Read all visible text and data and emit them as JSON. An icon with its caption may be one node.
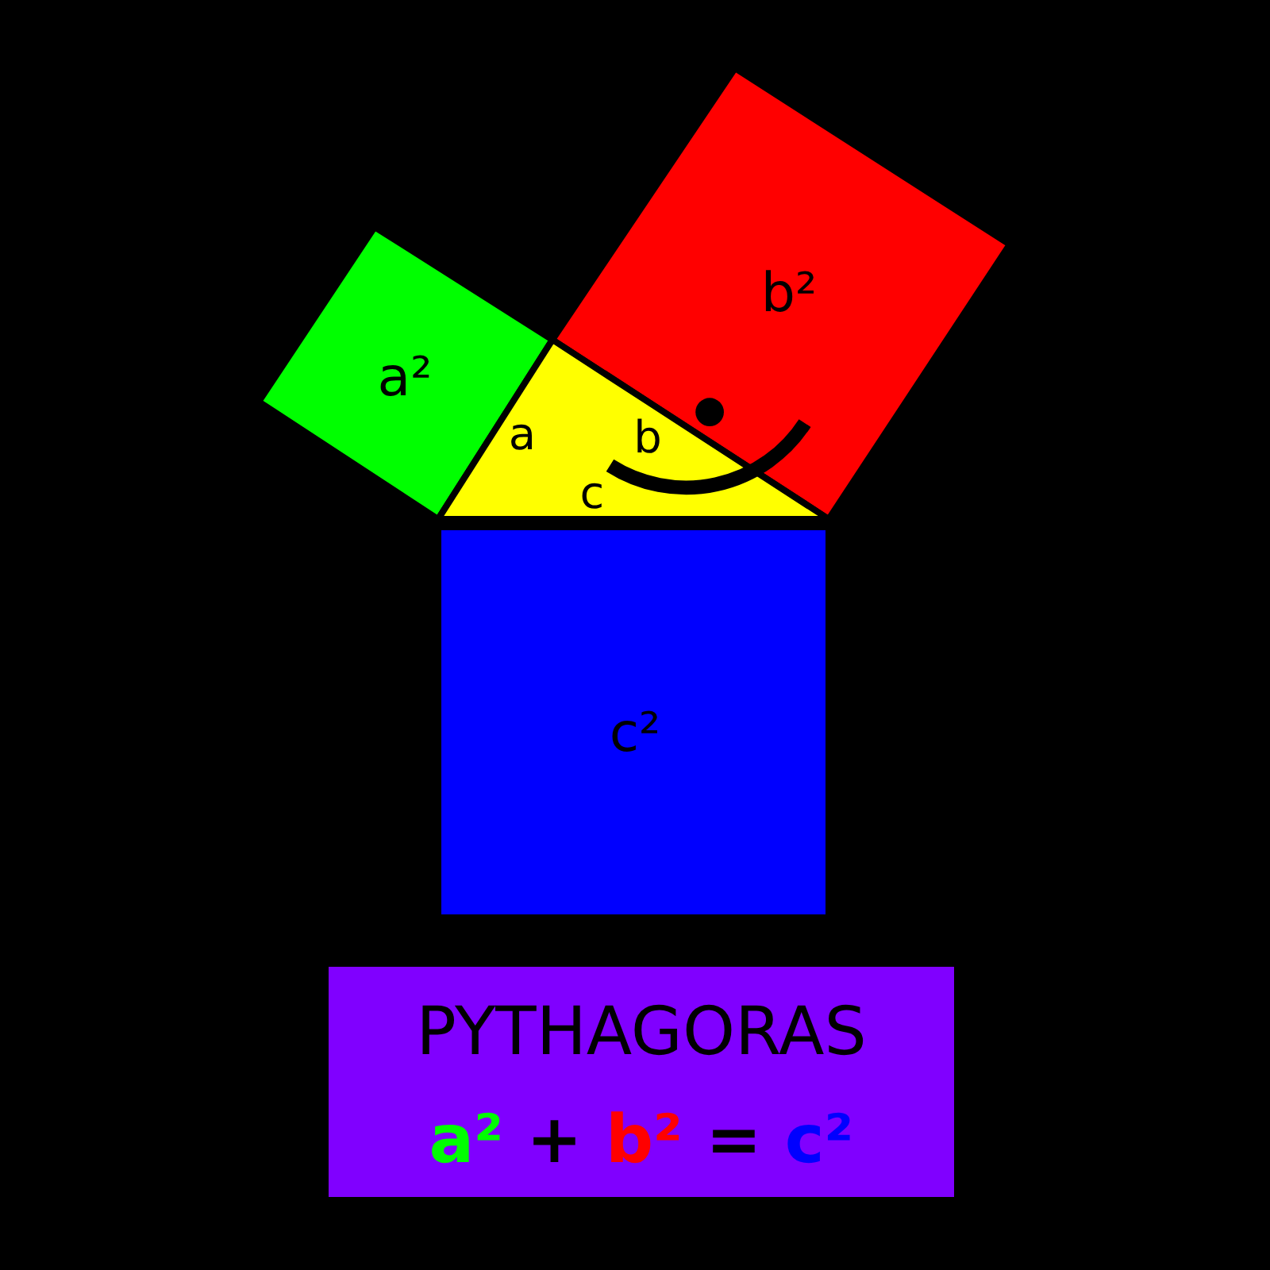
{
  "diagram": {
    "nodes": [
      {
        "text": [
          "a²"
        ]
      },
      {
        "text": [
          "b²"
        ]
      },
      {
        "text": [
          "a",
          "b",
          "c"
        ]
      },
      {
        "text": [
          "c²"
        ]
      },
      {
        "text": [
          "PYTHAGORAS",
          "a² + b² = c²"
        ]
      }
    ],
    "edges": []
  }
}
